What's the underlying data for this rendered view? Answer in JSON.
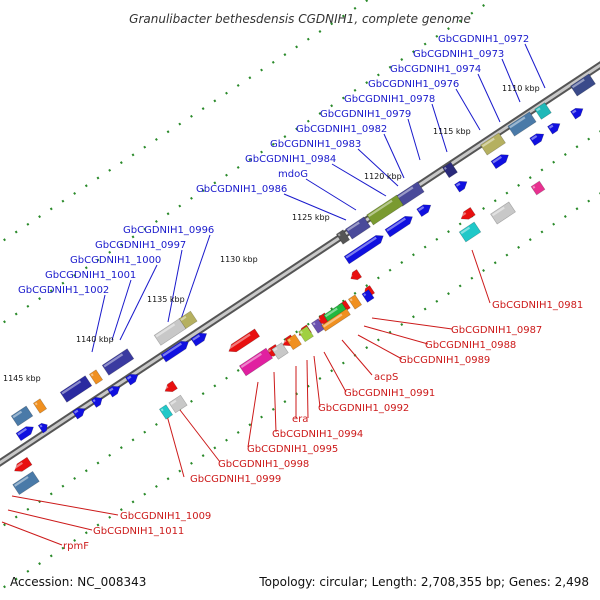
{
  "title": "Granulibacter bethesdensis CGDNIH1, complete genome",
  "footer": {
    "accession": "Accession: NC_008343",
    "stats": "Topology: circular; Length: 2,708,355 bp; Genes: 2,498"
  },
  "colors": {
    "backbone": "#7a7a7a",
    "tick": "#1e7a1e",
    "label_top": "#1a1acc",
    "label_bottom": "#cc1a1a"
  },
  "kbp_ticks": [
    "1110 kbp",
    "1115 kbp",
    "1120 kbp",
    "1125 kbp",
    "1130 kbp",
    "1135 kbp",
    "1140 kbp",
    "1145 kbp"
  ],
  "top_labels": [
    "GbCGDNIH1_0972",
    "GbCGDNIH1_0973",
    "GbCGDNIH1_0974",
    "GbCGDNIH1_0976",
    "GbCGDNIH1_0978",
    "GbCGDNIH1_0979",
    "GbCGDNIH1_0982",
    "GbCGDNIH1_0983",
    "GbCGDNIH1_0984",
    "mdoG",
    "GbCGDNIH1_0986",
    "GbCGDNIH1_0996",
    "GbCGDNIH1_0997",
    "GbCGDNIH1_1000",
    "GbCGDNIH1_1001",
    "GbCGDNIH1_1002"
  ],
  "bottom_labels": [
    "GbCGDNIH1_0981",
    "GbCGDNIH1_0987",
    "GbCGDNIH1_0988",
    "GbCGDNIH1_0989",
    "acpS",
    "GbCGDNIH1_0991",
    "GbCGDNIH1_0992",
    "GbCGDNIH1_0994",
    "era",
    "GbCGDNIH1_0995",
    "GbCGDNIH1_0998",
    "GbCGDNIH1_0999",
    "GbCGDNIH1_1009",
    "GbCGDNIH1_1011",
    "rpmF"
  ]
}
